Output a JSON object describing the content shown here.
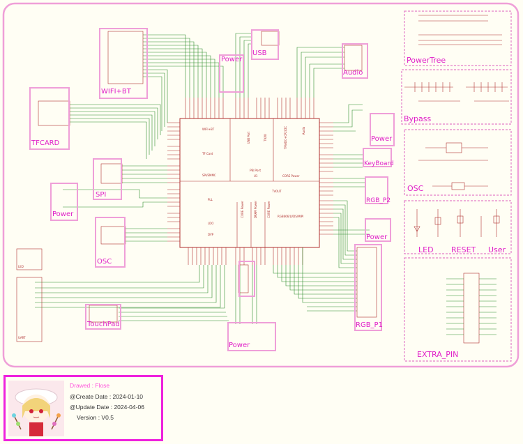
{
  "schematic": {
    "border_color": "#ef9fd8",
    "wire_color": "#2e8b2e",
    "line_color": "#b03030",
    "label_color": "#e020c8",
    "main_ic": {
      "side_labels": [
        "WIFI+BT",
        "TF Card",
        "SPI/EMMC",
        "PLL",
        "LDO",
        "DVP",
        "USB Port",
        "TV/IU",
        "TP/ADC+CP2/DC",
        "Audio",
        "PB Port",
        "CORE Power",
        "TVOUT",
        "RGB666/LVDS/MIPI",
        "CORE Power",
        "DRAM Power",
        "CORE Power"
      ],
      "designator": "U1"
    },
    "blocks": [
      "WIFI+BT",
      "TFCARD",
      "SPI",
      "Power",
      "OSC",
      "TouchPad",
      "Power",
      "USB",
      "Audio",
      "Power",
      "KeyBoard",
      "RGB_P2",
      "Power",
      "RGB_P1",
      "Power"
    ],
    "sections": [
      "PowerTree",
      "Bypass",
      "OSC",
      "LED",
      "RESET",
      "User",
      "EXTRA_PIN"
    ],
    "small_labels": [
      "LED",
      "UART",
      "TouchPad"
    ]
  },
  "info": {
    "drawer": "Drawed : Flose",
    "created": "@Create Date : 2024-01-10",
    "updated": "@Update Date : 2024-04-06",
    "version": "Version : V0.5",
    "accent": "#ee22dd"
  }
}
